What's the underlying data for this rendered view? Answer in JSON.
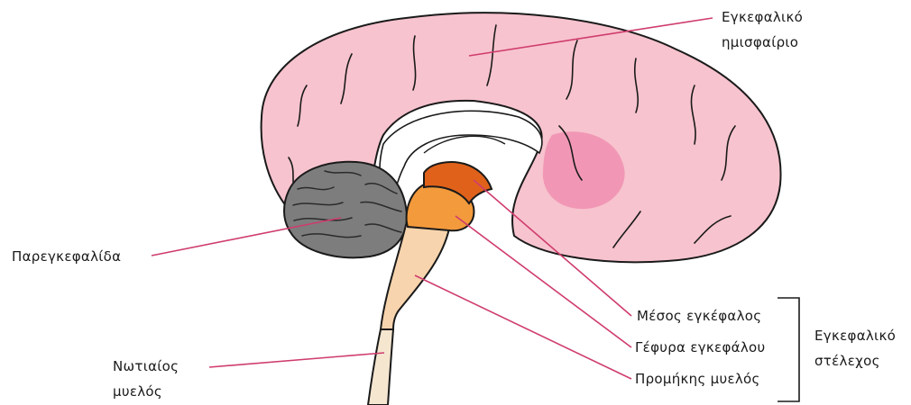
{
  "labels": {
    "cerebral_hemisphere": {
      "line1": "Εγκεφαλικό",
      "line2": "ημισφαίριο"
    },
    "cerebellum": "Παρεγκεφαλίδα",
    "spinal_cord": {
      "line1": "Νωτιαίος",
      "line2": "μυελός"
    },
    "midbrain": "Μέσος εγκέφαλος",
    "pons": "Γέφυρα εγκεφάλου",
    "medulla": "Προμήκης μυελός",
    "brainstem": {
      "line1": "Εγκεφαλικό",
      "line2": "στέλεχος"
    }
  },
  "colors": {
    "cerebrum": "#f7c3ce",
    "cerebrum_dark": "#f08fb0",
    "cerebellum": "#7d7d7d",
    "midbrain": "#e0621a",
    "pons": "#f39a3c",
    "medulla": "#f7d4ad",
    "spinal_cord": "#f5e6d0",
    "leader_line": "#cf3c6e"
  }
}
